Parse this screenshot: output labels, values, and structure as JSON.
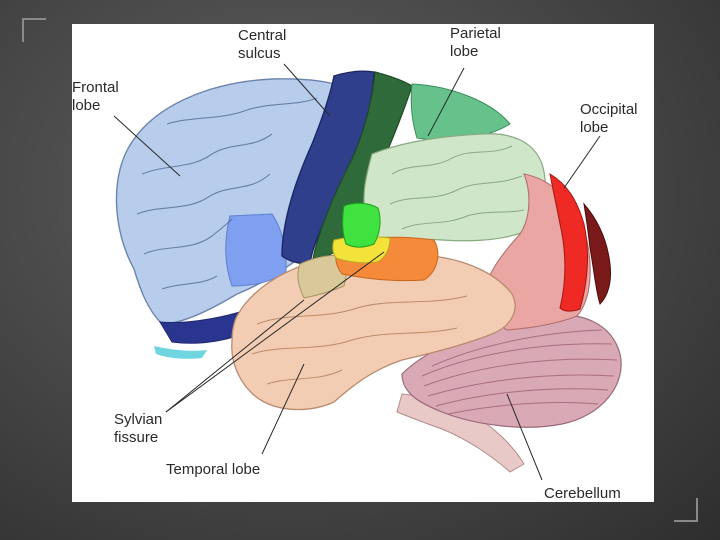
{
  "diagram": {
    "labels": {
      "frontal": [
        "Frontal",
        "lobe"
      ],
      "central": [
        "Central",
        "sulcus"
      ],
      "parietal": [
        "Parietal",
        "lobe"
      ],
      "occipital": [
        "Occipital",
        "lobe"
      ],
      "sylvian": [
        "Sylvian",
        "fissure"
      ],
      "temporal": "Temporal lobe",
      "cerebellum": "Cerebellum"
    },
    "region_colors": {
      "frontal": "#b7cdeb",
      "motor_strip": "#2f3f8c",
      "premotor_blue": "#7f9ff0",
      "somatosensory": "#2f6b3a",
      "parietal_top": "#66c28a",
      "parietal": "#cfe6c8",
      "temporal": "#f3cdb3",
      "occipital": "#e9a6a3",
      "visual_red": "#ef2a24",
      "visual_dark": "#7a1a1a",
      "broca_green": "#3fe23f",
      "yellow": "#f2e23a",
      "orange": "#f58a3a",
      "olive": "#d9c99a",
      "orbital_cyan": "#6fd5df",
      "orbital_navy": "#2a3590",
      "cerebellum": "#d9a9b5",
      "brainstem": "#e9c8c8"
    }
  }
}
